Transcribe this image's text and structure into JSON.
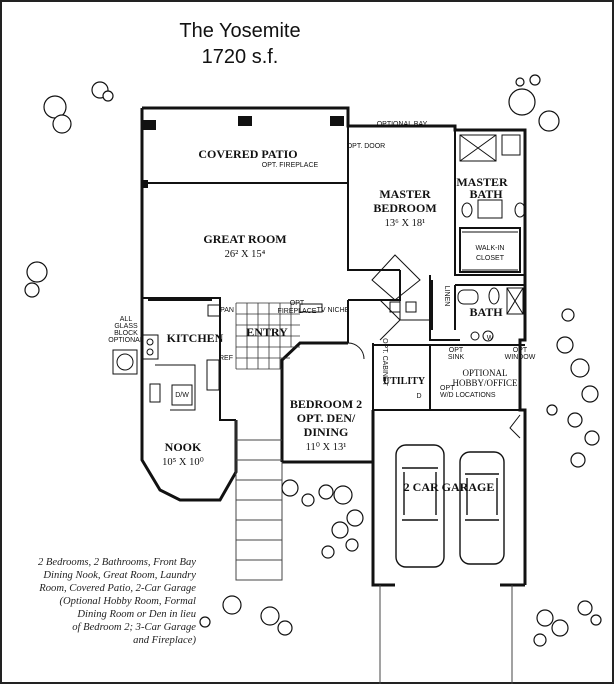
{
  "header": {
    "title": "The Yosemite",
    "area": "1720 s.f."
  },
  "rooms": {
    "covered_patio": "COVERED PATIO",
    "opt_fireplace": "OPT. FIREPLACE",
    "opt_door": "OPT. DOOR",
    "optional_bay": "OPTIONAL BAY",
    "master_bedroom_1": "MASTER",
    "master_bedroom_2": "BEDROOM",
    "master_bedroom_dim": "13⁶ X 18¹",
    "master_bath_1": "MASTER",
    "master_bath_2": "BATH",
    "walkin_1": "WALK-IN",
    "walkin_2": "CLOSET",
    "great_room": "GREAT ROOM",
    "great_room_dim": "26² X 15⁴",
    "linen": "LINEN",
    "bath": "BATH",
    "pan": "PAN",
    "opt_fireplace2_1": "OPT",
    "opt_fireplace2_2": "FIREPLACE",
    "tv_niche": "TV NICHE",
    "glass_block_1": "ALL",
    "glass_block_2": "GLASS",
    "glass_block_3": "BLOCK",
    "glass_block_4": "OPTIONAL",
    "kitchen": "KITCHEN",
    "entry": "ENTRY",
    "ref": "REF",
    "dw": "D/W",
    "nook": "NOOK",
    "nook_dim": "10⁵ X 10⁰",
    "bedroom2_1": "BEDROOM 2",
    "bedroom2_2": "OPT. DEN/",
    "bedroom2_3": "DINING",
    "bedroom2_dim": "11⁰ X 13¹",
    "opt_cabinet": "OPT. CABINET",
    "utility": "UTILITY",
    "opt_sink_1": "OPT",
    "opt_sink_2": "SINK",
    "opt_window_1": "OPT",
    "opt_window_2": "WINDOW",
    "hobby_1": "OPTIONAL",
    "hobby_2": "HOBBY/OFFICE",
    "opt_wd_1": "OPT",
    "opt_wd_2": "W/D LOCATIONS",
    "garage": "2 CAR GARAGE",
    "door_d": "D",
    "door_w": "W"
  },
  "description": [
    "2 Bedrooms, 2 Bathrooms, Front Bay",
    "Dining Nook, Great Room, Laundry",
    "Room, Covered Patio, 2-Car Garage",
    "(Optional Hobby Room, Formal",
    "Dining Room or Den in lieu",
    "of Bedroom 2; 3-Car Garage",
    "and Fireplace)"
  ]
}
